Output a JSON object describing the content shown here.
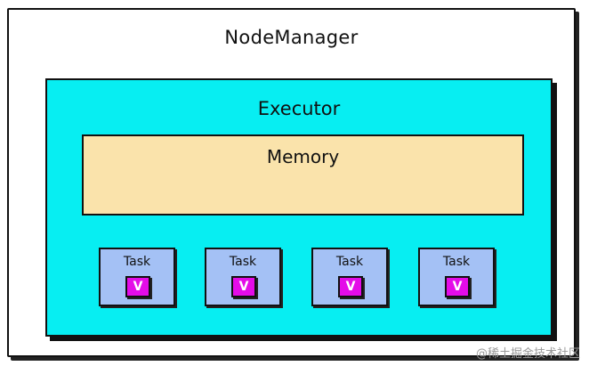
{
  "diagram": {
    "node_manager": {
      "label": "NodeManager"
    },
    "executor": {
      "label": "Executor"
    },
    "memory": {
      "label": "Memory"
    },
    "tasks": [
      {
        "label": "Task",
        "value": "V"
      },
      {
        "label": "Task",
        "value": "V"
      },
      {
        "label": "Task",
        "value": "V"
      },
      {
        "label": "Task",
        "value": "V"
      }
    ]
  },
  "watermark": "@稀土掘金技术社区",
  "colors": {
    "executor": "#07eef2",
    "memory": "#fae3ab",
    "task": "#a4c1f5",
    "value": "#e40ce8"
  }
}
